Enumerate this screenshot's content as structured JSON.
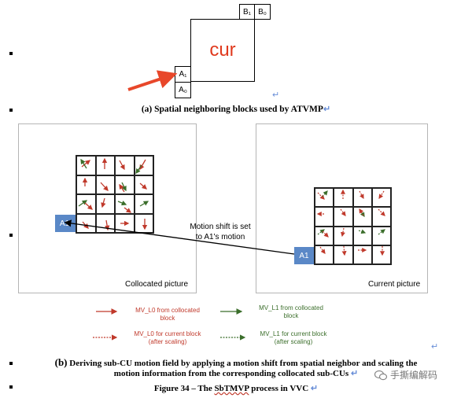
{
  "top_figure": {
    "cur_label": "cur",
    "block_a1": "A₁",
    "block_a0": "A₀",
    "block_b1": "B₁",
    "block_b0": "B₀",
    "caption": "(a)  Spatial neighboring blocks used by ATVMP"
  },
  "collocated": {
    "title": "Collocated picture",
    "block_label": "A1'"
  },
  "current": {
    "title": "Current picture",
    "block_label": "A1"
  },
  "annotation": {
    "line1": "Motion shift is set",
    "line2": "to A1's motion"
  },
  "legend": {
    "mv_l0_col_1": "MV_L0 from collocated",
    "mv_l0_col_2": "block",
    "mv_l1_col_1": "MV_L1 from collocated",
    "mv_l1_col_2": "block",
    "mv_l0_cur_1": "MV_L0 for current block",
    "mv_l0_cur_2": "(after scaling)",
    "mv_l1_cur_1": "MV_L1 for current block",
    "mv_l1_cur_2": "(after scaling)"
  },
  "caption_b": {
    "label": "(b)",
    "line1": "Deriving sub-CU motion field by applying a motion shift from spatial neighbor and scaling the",
    "line2": "motion information from the corresponding collocated sub-CUs"
  },
  "figure_caption": {
    "prefix": "Figure 34 – The ",
    "emph": "SbTMVP",
    "suffix": " process in VVC"
  },
  "watermark": "手撕编解码",
  "colors": {
    "red_arrow": "#c0392b",
    "green_arrow": "#3b6e2b",
    "cur_text": "#e03a1e",
    "pointer_arrow": "#e8472a",
    "blue_block": "#5a88c7"
  },
  "icons": [
    "paragraph-return-icon",
    "wechat-icon"
  ]
}
